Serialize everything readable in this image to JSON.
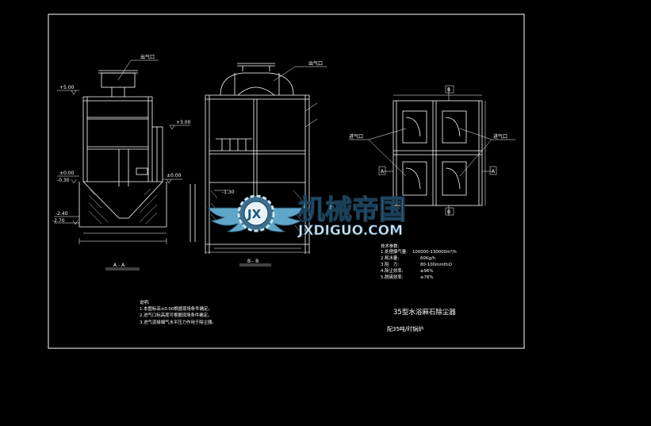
{
  "colors": {
    "background": "#000000",
    "line": "#ffffff",
    "watermark_fill": "#5fa7c9",
    "watermark_stroke": "#1b3f57"
  },
  "section_aa": {
    "outlet_label": "出气口",
    "elev_top": "+5.00",
    "elev_mid": "+3.00",
    "elev_zero_a": "±0.00",
    "elev_neg_a": "-0.30",
    "elev_zero_b": "±0.00",
    "elev_neg1": "-2.40",
    "elev_neg2": "-2.70",
    "title": "A - A"
  },
  "section_bb": {
    "outlet_label": "出气口",
    "elev": "-1.30",
    "title": "B - B"
  },
  "plan_view": {
    "inlet_label_left": "进气口",
    "inlet_label_right": "进气口",
    "marker_a": "A",
    "marker_b": "B"
  },
  "tech_params": {
    "heading": "技术参数:",
    "items": [
      {
        "label": "1.处理烟气量:",
        "value": "100000-130000m³/h"
      },
      {
        "label": "2.耗水量:",
        "value": "60Kg/h"
      },
      {
        "label": "3.阻　力:",
        "value": "80-100mmH₂O"
      },
      {
        "label": "4.除尘效率:",
        "value": "≥96%"
      },
      {
        "label": "5.脱硫效率:",
        "value": "≥76%"
      }
    ]
  },
  "notes": {
    "heading": "说明:",
    "items": [
      "1.本图标高±0.00根据现场条件确定。",
      "2.进气口标高度可根据现场条件确定。",
      "3.进气道接烟气水平压力作用于除尘器。"
    ]
  },
  "drawing_title": "35型水浴麻石除尘器",
  "drawing_subtitle": "配35吨/时锅炉",
  "watermark": {
    "text_cn": "机械帝国",
    "text_en": "JXDIGUO.COM",
    "logo_letters": "JX"
  }
}
